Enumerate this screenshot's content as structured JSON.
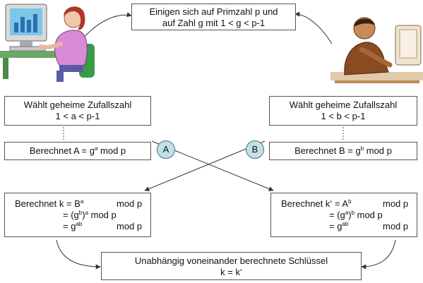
{
  "top": {
    "line1": "Einigen sich auf Primzahl p und",
    "line2": "auf Zahl g mit 1 < g < p-1"
  },
  "left": {
    "secret_line1": "Wählt geheime Zufallszahl",
    "secret_line2": "1 < a < p-1",
    "compute_prefix": "Berechnet A = g",
    "compute_exp": "a",
    "compute_suffix": " mod p",
    "key": {
      "r1_pre": "Berechnet k = B",
      "r1_exp": "a",
      "r1_mod": "mod p",
      "r2_pre": "= (g",
      "r2_exp1": "b",
      "r2_mid": ")",
      "r2_exp2": "a",
      "r2_mod": " mod p",
      "r3_pre": "= g",
      "r3_exp": "ab",
      "r3_mod": "mod p"
    }
  },
  "right": {
    "secret_line1": "Wählt geheime Zufallszahl",
    "secret_line2": "1 < b < p-1",
    "compute_prefix": "Berechnet B = g",
    "compute_exp": "b",
    "compute_suffix": " mod p",
    "key": {
      "r1_pre": "Berechnet k‘ = A",
      "r1_exp": "b",
      "r1_mod": "mod p",
      "r2_pre": "= (g",
      "r2_exp1": "a",
      "r2_mid": ")",
      "r2_exp2": "b",
      "r2_mod": " mod p",
      "r3_pre": "= g",
      "r3_exp": "ab",
      "r3_mod": "mod p"
    }
  },
  "circles": {
    "a": "A",
    "b": "B"
  },
  "bottom": {
    "line1": "Unabhängig voneinander berechnete Schlüssel",
    "line2": "k = k‘"
  }
}
